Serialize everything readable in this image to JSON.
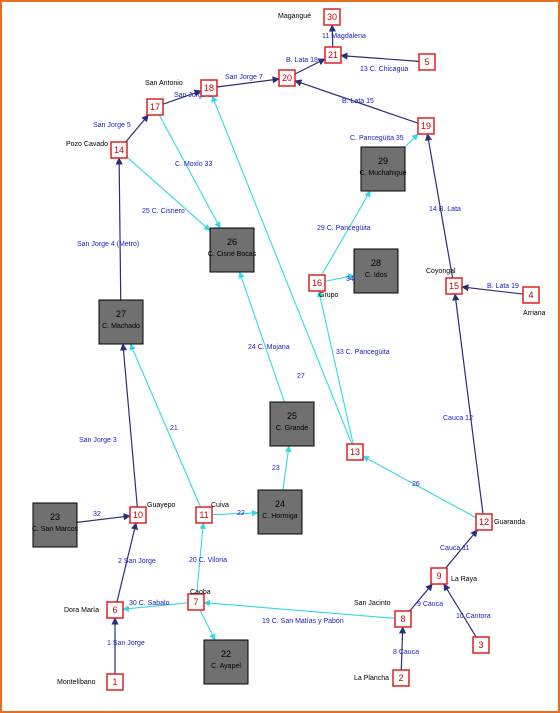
{
  "colors": {
    "frame": "#e8701c",
    "dark_edge": "#2a2e78",
    "light_edge": "#33d8e8",
    "edge_label": "#1a1ac8",
    "node_fill": "#ffffff",
    "node_border": "#e02020",
    "node_text": "#cc0000",
    "square_fill": "#707070",
    "square_border": "#000000"
  },
  "nodes": [
    {
      "id": "1",
      "place": "Montelíbano",
      "shape": "small"
    },
    {
      "id": "2",
      "place": "La Plancha",
      "shape": "small"
    },
    {
      "id": "3",
      "place": "",
      "shape": "small"
    },
    {
      "id": "4",
      "place": "Arriana",
      "shape": "small"
    },
    {
      "id": "5",
      "place": "",
      "shape": "small"
    },
    {
      "id": "6",
      "place": "Dora María",
      "shape": "small"
    },
    {
      "id": "7",
      "place": "Caoba",
      "shape": "small"
    },
    {
      "id": "8",
      "place": "San Jacinto",
      "shape": "small"
    },
    {
      "id": "9",
      "place": "La Raya",
      "shape": "small"
    },
    {
      "id": "10",
      "place": "Guayepo",
      "shape": "small"
    },
    {
      "id": "11",
      "place": "Cuiva",
      "shape": "small"
    },
    {
      "id": "12",
      "place": "Guaranda",
      "shape": "small"
    },
    {
      "id": "13",
      "place": "",
      "shape": "small"
    },
    {
      "id": "14",
      "place": "Pozo Cavado",
      "shape": "small"
    },
    {
      "id": "15",
      "place": "Coyongal",
      "shape": "small"
    },
    {
      "id": "16",
      "place": "Grupo",
      "shape": "small"
    },
    {
      "id": "17",
      "place": "",
      "shape": "small"
    },
    {
      "id": "18",
      "place": "San Antonio",
      "shape": "small"
    },
    {
      "id": "19",
      "place": "",
      "shape": "small"
    },
    {
      "id": "20",
      "place": "",
      "shape": "small"
    },
    {
      "id": "21",
      "place": "",
      "shape": "small"
    },
    {
      "id": "30",
      "place": "Magangué",
      "shape": "small"
    },
    {
      "id": "22",
      "name": "C. Ayapel",
      "shape": "square"
    },
    {
      "id": "23",
      "name": "C. San Marcos",
      "shape": "square"
    },
    {
      "id": "24",
      "name": "C. Hormiga",
      "shape": "square"
    },
    {
      "id": "25",
      "name": "C. Grande",
      "shape": "square"
    },
    {
      "id": "26",
      "name": "C. Cisne Bocas",
      "shape": "square"
    },
    {
      "id": "27",
      "name": "C. Machado",
      "shape": "square"
    },
    {
      "id": "28",
      "name": "C. Idos",
      "shape": "square"
    },
    {
      "id": "29",
      "name": "C. Muchahigue",
      "shape": "square"
    }
  ],
  "edges": [
    {
      "from": "1",
      "to": "6",
      "label": "1  San Jorge",
      "style": "dark"
    },
    {
      "from": "6",
      "to": "10",
      "label": "2  San Jorge",
      "style": "dark"
    },
    {
      "from": "10",
      "to": "27",
      "label": "San Jorge  3",
      "style": "dark"
    },
    {
      "from": "27",
      "to": "14",
      "label": "San Jorge 4 (Metro)",
      "style": "dark"
    },
    {
      "from": "14",
      "to": "17",
      "label": "San Jorge  5",
      "style": "dark"
    },
    {
      "from": "17",
      "to": "18",
      "label": "San Jorge  6",
      "style": "dark"
    },
    {
      "from": "18",
      "to": "20",
      "label": "San Jorge  7",
      "style": "dark"
    },
    {
      "from": "20",
      "to": "21",
      "label": "B. Lata  18",
      "style": "dark"
    },
    {
      "from": "21",
      "to": "30",
      "label": "11  Magdalena",
      "style": "dark"
    },
    {
      "from": "5",
      "to": "21",
      "label": "13  C. Chicagua",
      "style": "dark"
    },
    {
      "from": "19",
      "to": "20",
      "label": "B. Lata  15",
      "style": "dark"
    },
    {
      "from": "15",
      "to": "19",
      "label": "14  B. Lata",
      "style": "dark"
    },
    {
      "from": "4",
      "to": "15",
      "label": "B. Lata  19",
      "style": "dark"
    },
    {
      "from": "12",
      "to": "15",
      "label": "Cauca  12",
      "style": "dark"
    },
    {
      "from": "9",
      "to": "12",
      "label": "Cauca  11",
      "style": "dark"
    },
    {
      "from": "8",
      "to": "9",
      "label": "9  Cauca",
      "style": "dark"
    },
    {
      "from": "2",
      "to": "8",
      "label": "8  Cauca",
      "style": "dark"
    },
    {
      "from": "3",
      "to": "9",
      "label": "10  Cantora",
      "style": "dark"
    },
    {
      "from": "23",
      "to": "10",
      "label": "32",
      "style": "dark"
    },
    {
      "from": "7",
      "to": "6",
      "label": "30  C. Sabalo",
      "style": "light"
    },
    {
      "from": "7",
      "to": "22",
      "label": "",
      "style": "light"
    },
    {
      "from": "8",
      "to": "7",
      "label": "19  C. San Matías y Pabón",
      "style": "light"
    },
    {
      "from": "7",
      "to": "11",
      "label": "20  C. Viloria",
      "style": "light"
    },
    {
      "from": "11",
      "to": "24",
      "label": "22",
      "style": "light"
    },
    {
      "from": "24",
      "to": "25",
      "label": "23",
      "style": "light"
    },
    {
      "from": "11",
      "to": "27",
      "label": "21",
      "style": "light"
    },
    {
      "from": "25",
      "to": "26",
      "label": "24  C. Mojana",
      "style": "light"
    },
    {
      "from": "12",
      "to": "13",
      "label": "26",
      "style": "light"
    },
    {
      "from": "13",
      "to": "18",
      "label": "27",
      "style": "light"
    },
    {
      "from": "13",
      "to": "16",
      "label": "33  C. Pancegüita",
      "style": "light"
    },
    {
      "from": "16",
      "to": "28",
      "label": "34",
      "style": "light"
    },
    {
      "from": "16",
      "to": "29",
      "label": "29  C. Pancegüita",
      "style": "light"
    },
    {
      "from": "29",
      "to": "19",
      "label": "C. Pancegüita  35",
      "style": "light"
    },
    {
      "from": "14",
      "to": "26",
      "label": "25  C. Cisnero",
      "style": "light"
    },
    {
      "from": "17",
      "to": "26",
      "label": "C. Moxlo  33",
      "style": "light"
    }
  ]
}
